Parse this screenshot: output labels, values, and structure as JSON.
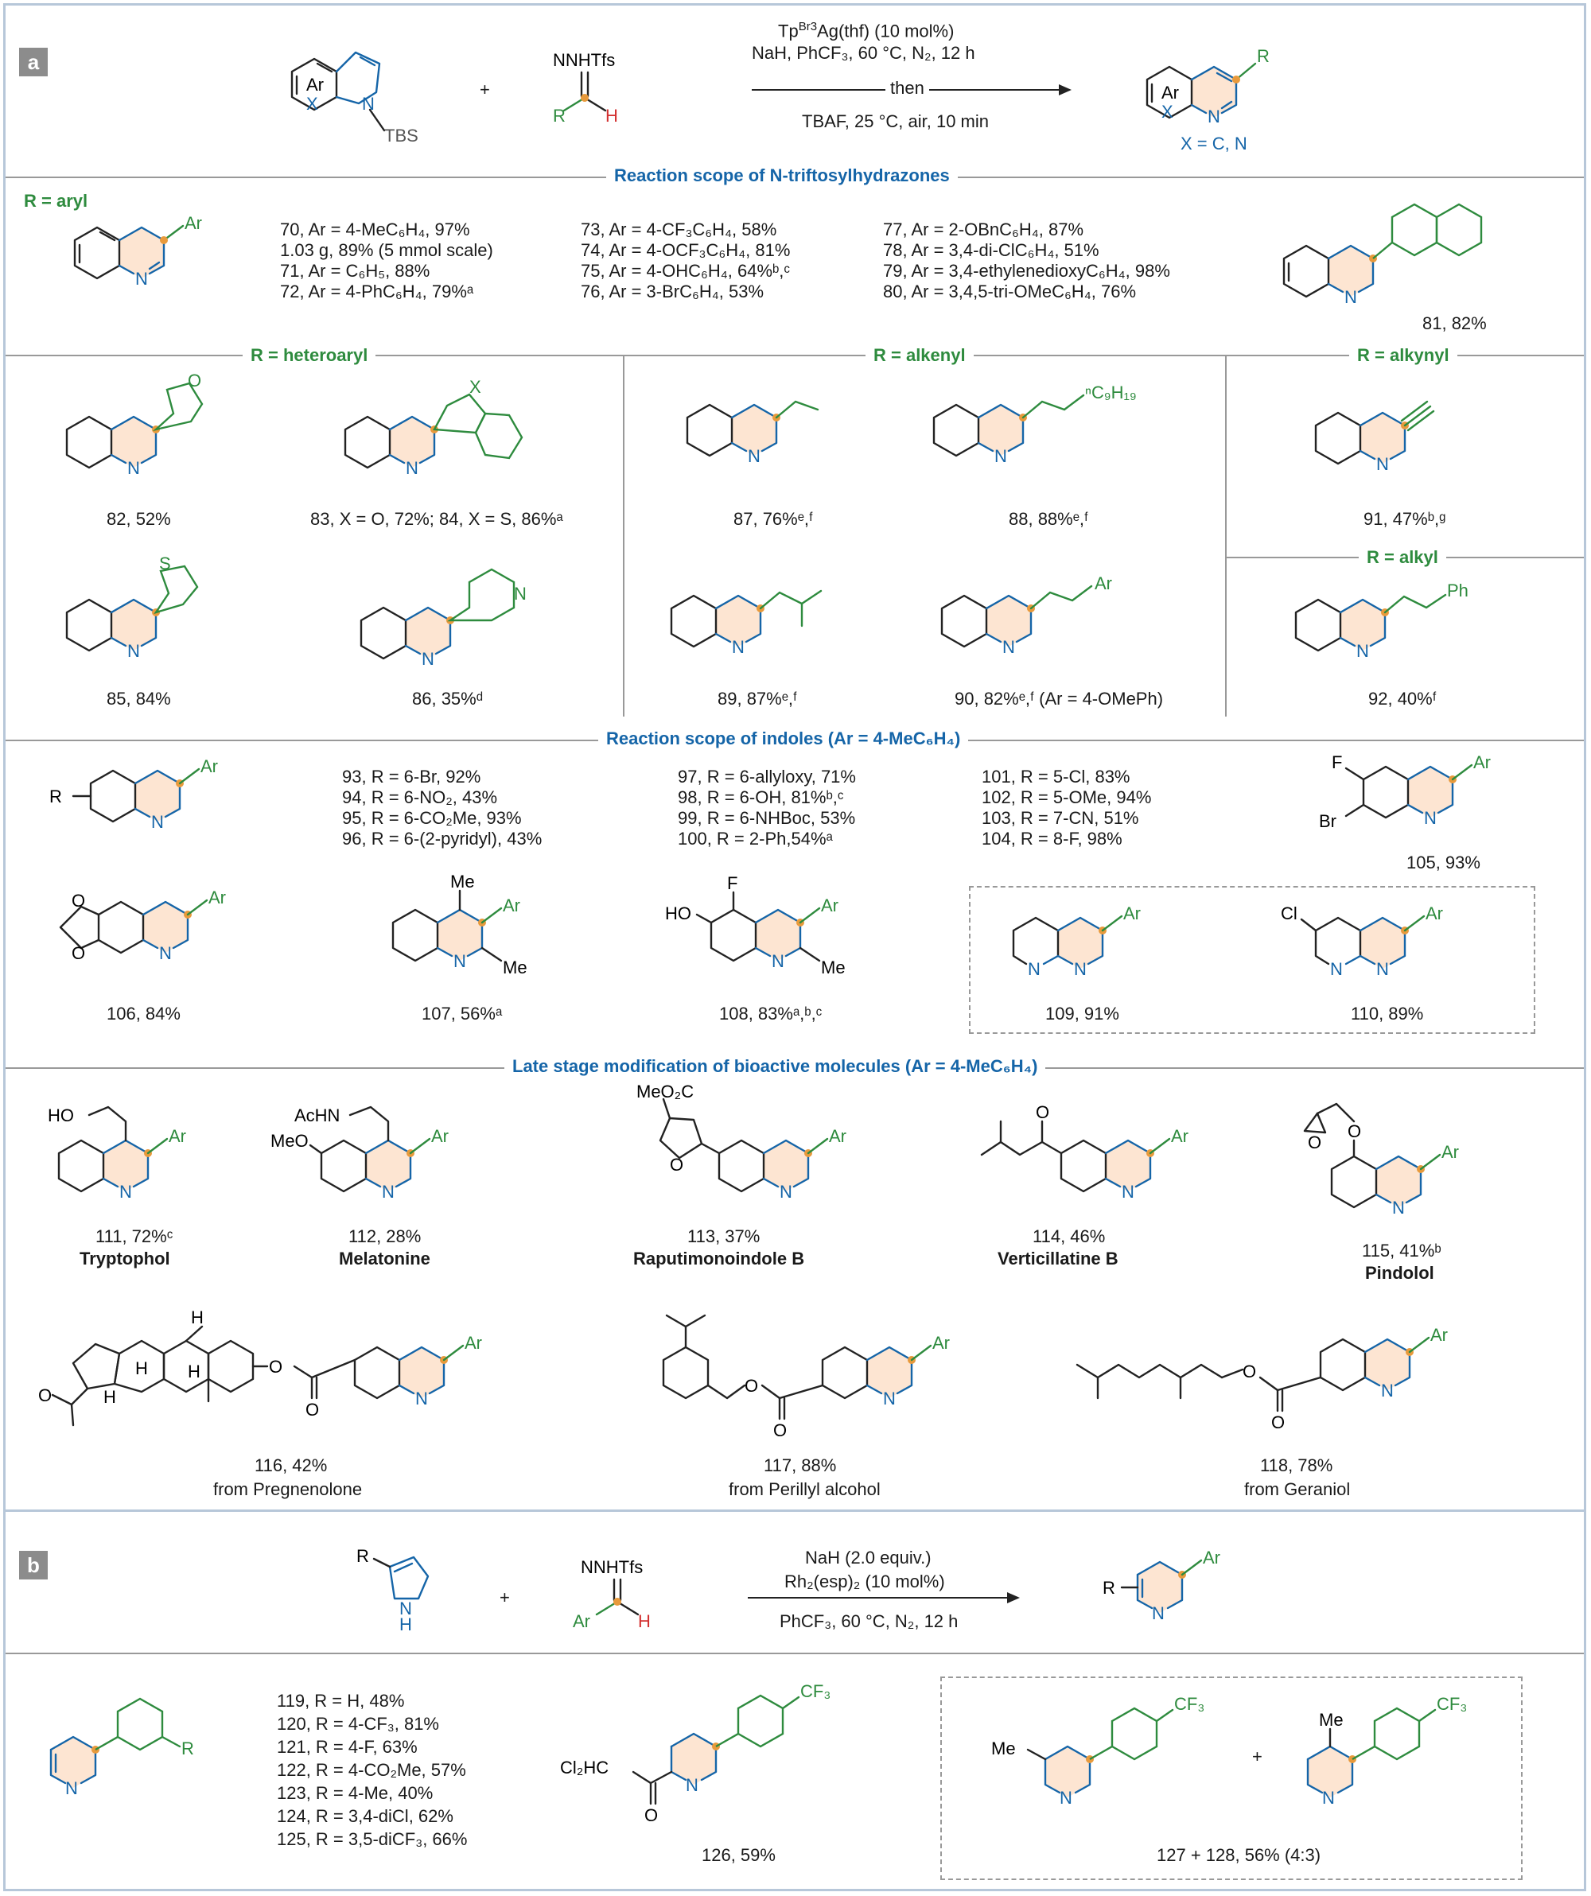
{
  "panel_a": {
    "badge": "a",
    "reagent_line1": "Tp",
    "reagent_sup": "Br3",
    "reagent_line1b": "Ag(thf) (10 mol%)",
    "reagent_line2": "NaH, PhCF₃, 60 °C, N₂, 12 h",
    "reagent_then": "then",
    "reagent_line3": "TBAF, 25 °C, air, 10 min",
    "plus": "+",
    "sm1_ar": "Ar",
    "sm1_x": "X",
    "sm1_n": "N",
    "sm1_tbs": "TBS",
    "sm2_top": "NNHTfs",
    "sm2_r": "R",
    "sm2_h": "H",
    "prod_ar": "Ar",
    "prod_x": "X",
    "prod_n": "N",
    "prod_r": "R",
    "prod_xcn": "X = C, N"
  },
  "sections": {
    "hydrazones": "Reaction scope of N-triftosylhydrazones",
    "aryl": "R = aryl",
    "heteroaryl": "R = heteroaryl",
    "alkenyl": "R = alkenyl",
    "alkynyl": "R = alkynyl",
    "alkyl": "R = alkyl",
    "indoles": "Reaction scope of indoles (Ar = 4-MeC₆H₄)",
    "late": "Late stage modification of bioactive molecules (Ar = 4-MeC₆H₄)"
  },
  "aryl_list": {
    "col1": [
      "70, Ar = 4-MeC₆H₄, 97%",
      "1.03 g, 89% (5 mmol scale)",
      "71, Ar = C₆H₅, 88%",
      "72, Ar = 4-PhC₆H₄, 79%ᵃ"
    ],
    "col2": [
      "73, Ar = 4-CF₃C₆H₄, 58%",
      "74, Ar = 4-OCF₃C₆H₄, 81%",
      "75, Ar = 4-OHC₆H₄, 64%ᵇ,ᶜ",
      "76, Ar = 3-BrC₆H₄, 53%"
    ],
    "col3": [
      "77, Ar = 2-OBnC₆H₄, 87%",
      "78, Ar = 3,4-di-ClC₆H₄, 51%",
      "79, Ar = 3,4-ethylenedioxyC₆H₄, 98%",
      "80, Ar = 3,4,5-tri-OMeC₆H₄, 76%"
    ]
  },
  "labels": {
    "c81": "81, 82%",
    "c82": "82, 52%",
    "c83": "83, X = O, 72%;  84, X = S, 86%ᵃ",
    "c85": "85, 84%",
    "c86": "86, 35%ᵈ",
    "c87": "87, 76%ᵉ,ᶠ",
    "c88": "88, 88%ᵉ,ᶠ",
    "c89": "89, 87%ᵉ,ᶠ",
    "c90": "90, 82%ᵉ,ᶠ  (Ar = 4-OMePh)",
    "c91": "91, 47%ᵇ,ᵍ",
    "c92": "92, 40%ᶠ",
    "c105": "105, 93%",
    "c106": "106, 84%",
    "c107": "107, 56%ᵃ",
    "c108": "108, 83%ᵃ,ᵇ,ᶜ",
    "c109": "109, 91%",
    "c110": "110, 89%",
    "c111": "111, 72%ᶜ",
    "n111": "Tryptophol",
    "c112": "112, 28%",
    "n112": "Melatonine",
    "c113": "113, 37%",
    "n113": "Raputimonoindole B",
    "c114": "114, 46%",
    "n114": "Verticillatine B",
    "c115": "115, 41%ᵇ",
    "n115": "Pindolol",
    "c116": "116, 42%",
    "n116": "from Pregnenolone",
    "c117": "117, 88%",
    "n117": "from Perillyl alcohol",
    "c118": "118, 78%",
    "n118": "from Geraniol",
    "c126": "126, 59%",
    "c127": "127 + 128, 56% (4:3)"
  },
  "indole_list": {
    "col1": [
      "93, R = 6-Br, 92%",
      "94, R = 6-NO₂, 43%",
      "95, R = 6-CO₂Me, 93%",
      "96, R = 6-(2-pyridyl), 43%"
    ],
    "col2": [
      "97, R = 6-allyloxy, 71%",
      "98, R = 6-OH, 81%ᵇ,ᶜ",
      "99, R = 6-NHBoc, 53%",
      "100, R = 2-Ph,54%ᵃ"
    ],
    "col3": [
      "101, R = 5-Cl, 83%",
      "102, R = 5-OMe, 94%",
      "103, R = 7-CN, 51%",
      "104, R = 8-F, 98%"
    ]
  },
  "panel_b": {
    "badge": "b",
    "reagent1": "NaH (2.0 equiv.)",
    "reagent2": "Rh₂(esp)₂ (10 mol%)",
    "reagent3": "PhCF₃, 60 °C, N₂, 12 h",
    "plus": "+",
    "sm1_r": "R",
    "sm1_nh": "N\nH",
    "sm2_top": "NNHTfs",
    "sm2_ar": "Ar",
    "sm2_h": "H",
    "prod_r": "R",
    "prod_ar": "Ar",
    "prod_n": "N"
  },
  "pyridine_list": [
    "119, R = H, 48%",
    "120, R = 4-CF₃, 81%",
    "121, R = 4-F, 63%",
    "122, R = 4-CO₂Me, 57%",
    "123, R = 4-Me, 40%",
    "124, R = 3,4-diCl, 62%",
    "125, R = 3,5-diCF₃, 66%"
  ],
  "atoms": {
    "ar": "Ar",
    "n": "N",
    "r": "R",
    "o": "O",
    "s": "S",
    "x": "X",
    "ph": "Ph",
    "me": "Me",
    "f": "F",
    "br": "Br",
    "cl": "Cl",
    "ho": "HO",
    "acnh": "AcHN",
    "meo": "MeO",
    "meo2c": "MeO₂C",
    "h": "H",
    "cf3": "CF₃",
    "cl2hc": "Cl₂HC",
    "nc9": "ⁿC₉H₁₉"
  },
  "colors": {
    "ring_fill": "#fde5d2",
    "dot": "#e89a3c",
    "blue": "#1565a8",
    "green": "#2e8b3e",
    "frame": "#b7c7d9"
  }
}
